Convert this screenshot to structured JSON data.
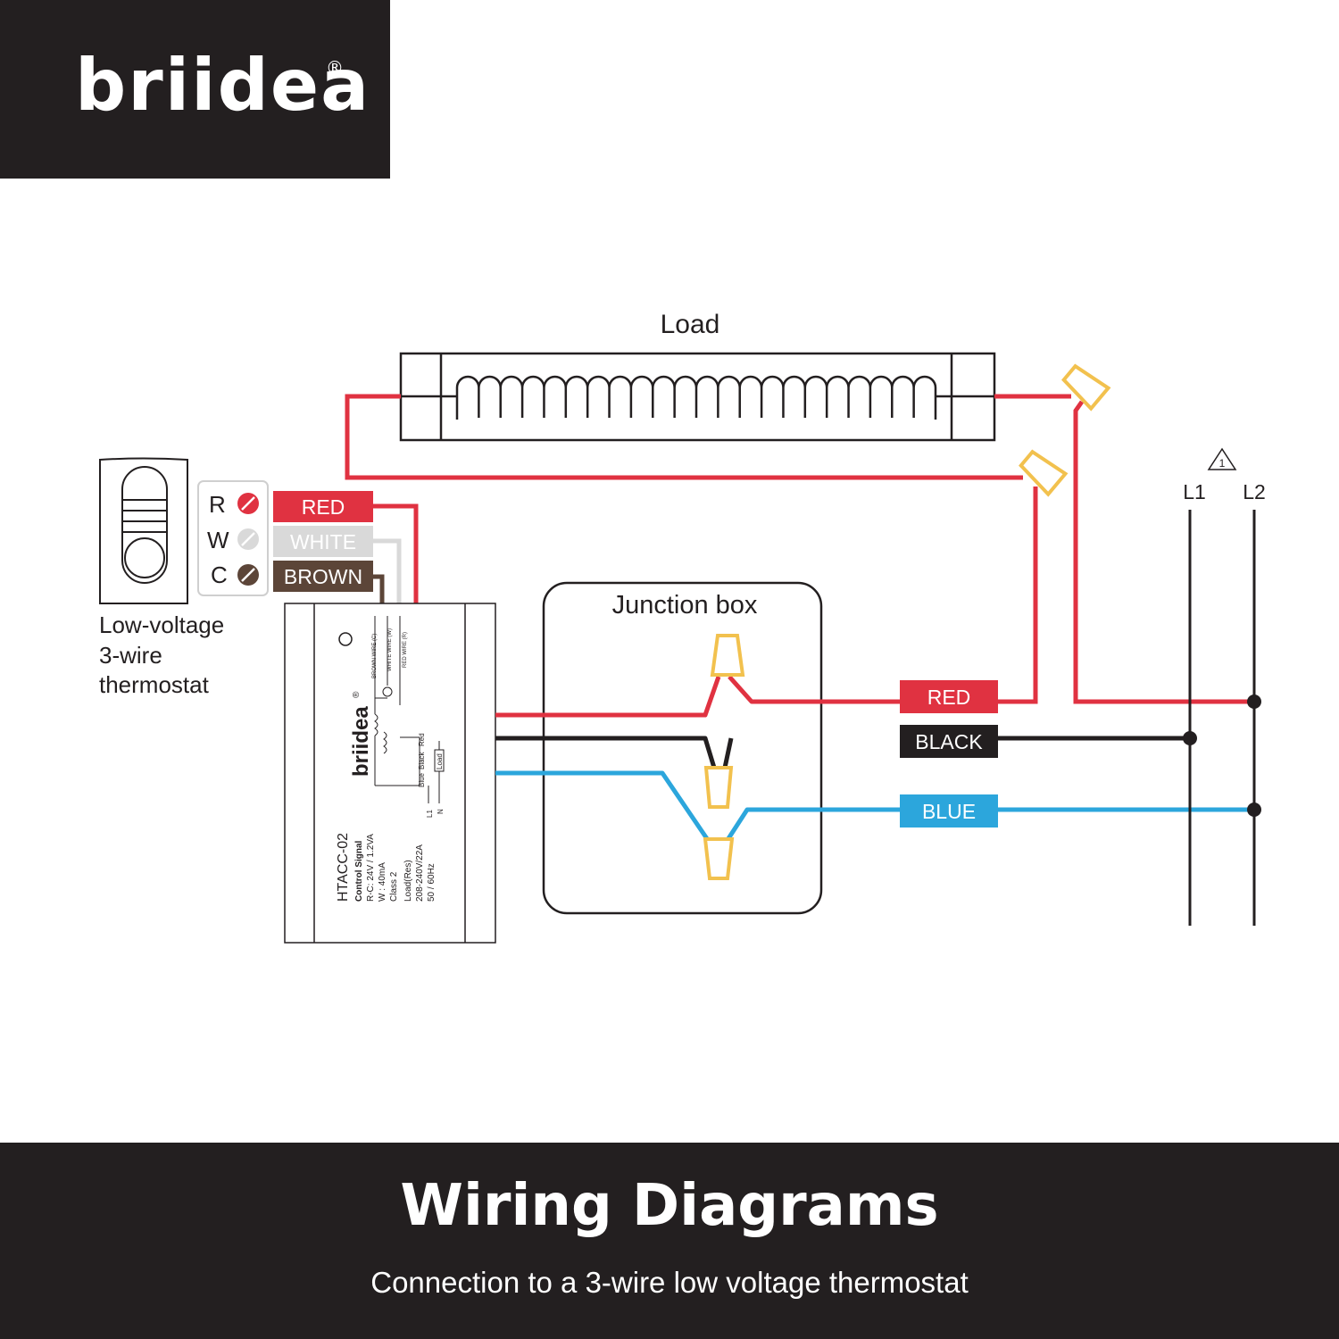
{
  "logo": {
    "text": "briidea",
    "registered": "®"
  },
  "diagram": {
    "load_label": "Load",
    "junction_box_label": "Junction box",
    "thermostat": {
      "caption_line1": "Low-voltage",
      "caption_line2": "3-wire",
      "caption_line3": "thermostat",
      "terminals": [
        {
          "letter": "R",
          "wire": "RED"
        },
        {
          "letter": "W",
          "wire": "WHITE"
        },
        {
          "letter": "C",
          "wire": "BROWN"
        }
      ]
    },
    "relay": {
      "brand": "briidea",
      "registered": "®",
      "model": "HTACC-02",
      "spec_heading": "Control Signal",
      "spec_rc": "R-C: 24V / 1.2VA",
      "spec_w": "W   :  40mA",
      "spec_class": "Class 2",
      "load_heading": "Load(Res)",
      "load_rating": "208-240V/22A",
      "load_freq": "50 / 60Hz",
      "wire_brown": "BROWN WIRE (C)",
      "wire_white": "WHITE WIRE (W)",
      "wire_red": "RED WIRE (R)",
      "schem_blue": "Blue",
      "schem_black": "Black",
      "schem_red": "Red",
      "schem_load": "Load",
      "schem_l1": "L1",
      "schem_n": "N"
    },
    "line_wires": [
      {
        "label": "RED",
        "color": "#e03241"
      },
      {
        "label": "BLACK",
        "color": "#231f20"
      },
      {
        "label": "BLUE",
        "color": "#2ca6dc"
      }
    ],
    "supply": {
      "warning_number": "1",
      "l1": "L1",
      "l2": "L2"
    }
  },
  "colors": {
    "red": "#e03241",
    "black": "#231f20",
    "blue": "#2ca6dc",
    "white_wire": "#d9d9d9",
    "brown": "#5c4538",
    "wire_nut": "#f2c14e",
    "dark": "#231f20"
  },
  "footer": {
    "title": "Wiring Diagrams",
    "subtitle": "Connection to a 3-wire low voltage thermostat"
  }
}
